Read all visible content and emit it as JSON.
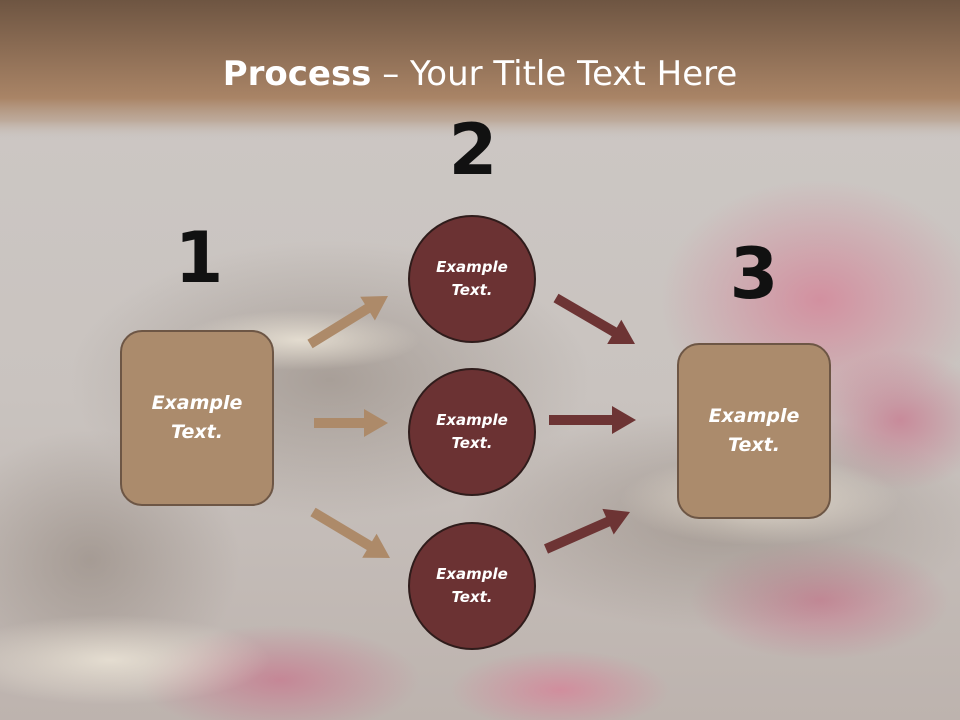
{
  "title": {
    "bold": "Process",
    "rest": " – Your Title Text Here"
  },
  "steps": [
    {
      "number": "1",
      "label": "Example\nText."
    },
    {
      "number": "2",
      "label": "Example\nText."
    },
    {
      "number": "3",
      "label": "Example\nText."
    }
  ],
  "circles": [
    {
      "label": "Example\nText."
    },
    {
      "label": "Example\nText."
    },
    {
      "label": "Example\nText."
    }
  ],
  "colors": {
    "box_fill": "#ab8b6c",
    "circle_fill": "#6b3233",
    "arrow_left": "#ad8a69",
    "arrow_right": "#6d3434",
    "title_bar": "#6e5542"
  }
}
